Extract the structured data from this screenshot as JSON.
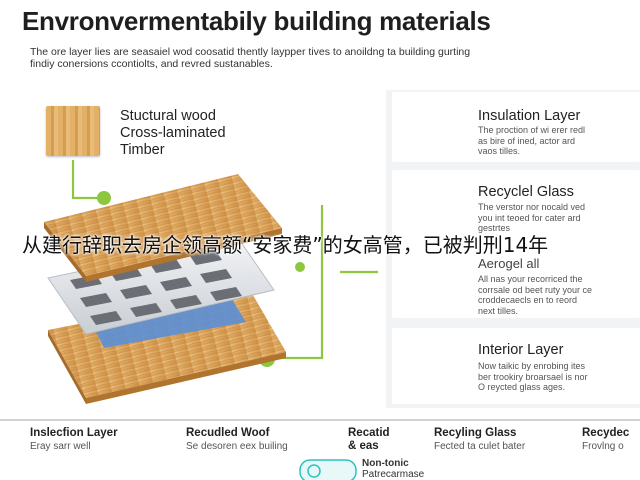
{
  "title": "Envronvermentabily building materials",
  "subtitle": [
    "The ore layer lies are seasaiel wod coosatid thently laypper tives to anoildng ta building gurting",
    "findiy conersions ccontiolts, and revred sustanables."
  ],
  "wood": {
    "label_lines": [
      "Stuctural wood",
      "Cross-laminated",
      "Timber"
    ]
  },
  "cards": [
    {
      "title": "Insulation Layer",
      "body": [
        "The proction of wi erer redl",
        "as bire of ined, actor ard",
        "vaos tilles."
      ]
    },
    {
      "title": "Recyclel Glass",
      "body": [
        "The verstor nor nocald ved",
        "you int teoed for cater ard",
        "gestrtes"
      ],
      "extra_title": "Aerogel all",
      "extra_body": [
        "All nas your recorriced the",
        "corrsale od beet ruty your ce",
        "croddecaecls en to reord",
        "next tilles."
      ]
    },
    {
      "title": "Interior Layer",
      "body": [
        "Now taikic by enrobing ites",
        "ber trookiry broarsael is nor",
        "O reycted glass ages."
      ]
    }
  ],
  "bottom": [
    {
      "title": "Inslecfion Layer",
      "sub": "Eray sarr well"
    },
    {
      "title": "Recudled Woof",
      "sub": "Se desoren eex builing"
    },
    {
      "title": "Recatid\n& eas",
      "sub": ""
    },
    {
      "title": "Recyling Glass",
      "sub": "Fected ta culet bater"
    },
    {
      "title": "Recydec",
      "sub": "Frovlng o"
    }
  ],
  "bottom_small": [
    "Non-tonic",
    "Patrecarmase"
  ],
  "overlay": "从建行辞职去房企领高额“安家费”的女高管，已被判刑14年",
  "colors": {
    "accent_green": "#8dc63f",
    "wood": "#d9a25a",
    "insulation": "#2bc4c0",
    "glass_orange": "#f28a1e",
    "panel_gray": "#f2f3f4"
  }
}
